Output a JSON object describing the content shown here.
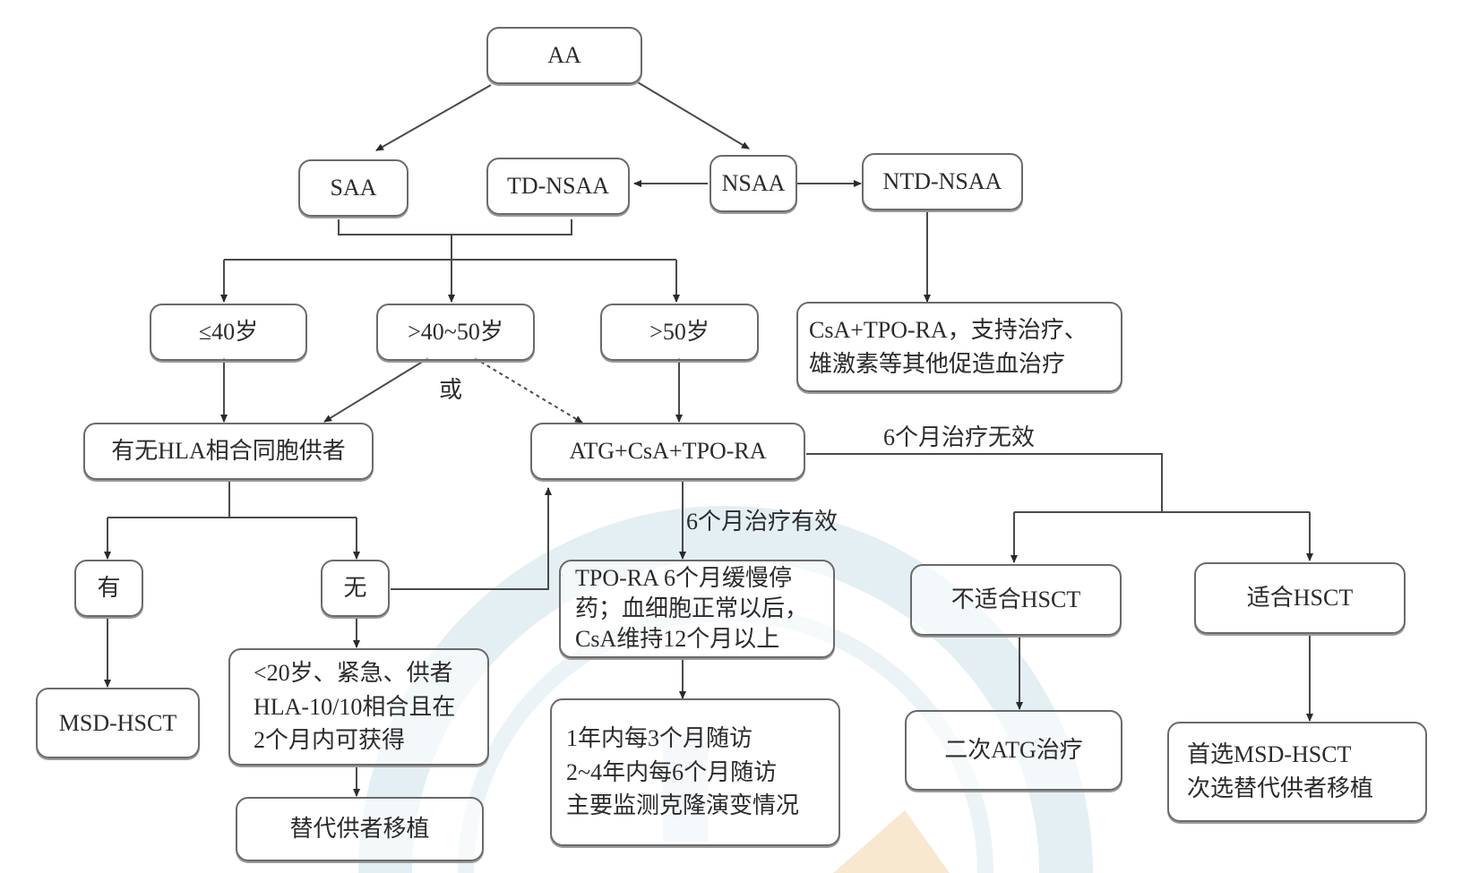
{
  "diagram": {
    "colors": {
      "line": "#4a4a4a",
      "box_border": "#6a6a6a",
      "watermark_blue": "#cfe3ec",
      "watermark_orange": "#f6dcb6"
    },
    "nodes": {
      "aa": "AA",
      "saa": "SAA",
      "td_nsaa": "TD-NSAA",
      "nsaa": "NSAA",
      "ntd_nsaa": "NTD-NSAA",
      "age_le40": "≤40岁",
      "age_40_50": ">40~50岁",
      "age_gt50": ">50岁",
      "ntd_treatment": [
        "CsA+TPO-RA，支持治疗、",
        "雄激素等其他促造血治疗"
      ],
      "hla_sibling": "有无HLA相合同胞供者",
      "atg_csa_tpo": "ATG+CsA+TPO-RA",
      "yes": "有",
      "no": "无",
      "msd_hsct": "MSD-HSCT",
      "alt_criteria": [
        "<20岁、紧急、供者",
        "HLA-10/10相合且在",
        "2个月内可获得"
      ],
      "alt_donor": "替代供者移植",
      "tpo_taper": [
        "TPO-RA 6个月缓慢停",
        "药；血细胞正常以后，",
        "CsA维持12个月以上"
      ],
      "followup": [
        "1年内每3个月随访",
        "2~4年内每6个月随访",
        "主要监测克隆演变情况"
      ],
      "unfit_hsct": "不适合HSCT",
      "fit_hsct": "适合HSCT",
      "second_atg": "二次ATG治疗",
      "first_choice": [
        "首选MSD-HSCT",
        "次选替代供者移植"
      ]
    },
    "labels": {
      "or": "或",
      "effective_6m": "6个月治疗有效",
      "ineffective_6m": "6个月治疗无效"
    }
  }
}
